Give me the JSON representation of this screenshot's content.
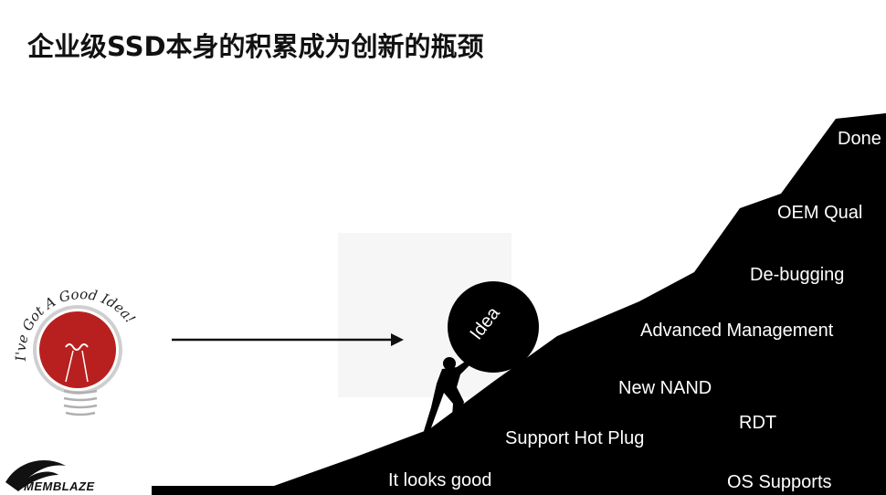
{
  "title": "企业级SSD本身的积累成为创新的瓶颈",
  "bulb": {
    "caption": "I've Got A Good Idea!"
  },
  "boulder": {
    "label": "Idea"
  },
  "steps": [
    {
      "label": "It looks good"
    },
    {
      "label": "Support Hot Plug"
    },
    {
      "label": "New NAND"
    },
    {
      "label": "RDT"
    },
    {
      "label": "OS Supports"
    },
    {
      "label": "Advanced Management"
    },
    {
      "label": "De-bugging"
    },
    {
      "label": "OEM Qual"
    },
    {
      "label": "Done"
    }
  ],
  "brand": {
    "name": "MEMBLAZE"
  },
  "colors": {
    "mountain": "#000000",
    "bulb_red": "#b8201f",
    "text": "#111111"
  }
}
